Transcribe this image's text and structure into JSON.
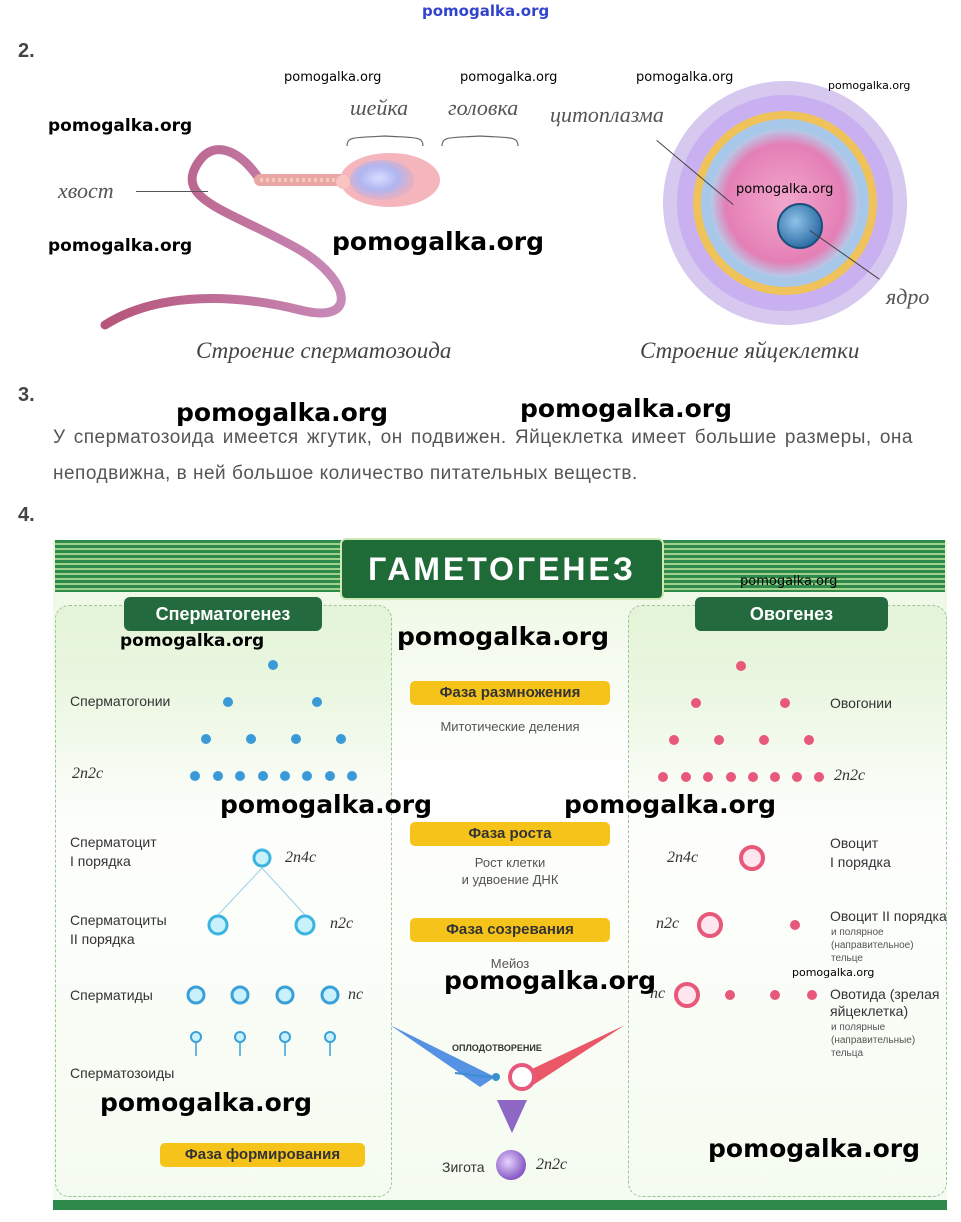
{
  "watermark": "pomogalka.org",
  "sections": {
    "n2": "2.",
    "n3": "3.",
    "n4": "4."
  },
  "sperm": {
    "tail_label": "хвост",
    "neck_label": "шейка",
    "head_label": "головка",
    "caption": "Строение сперматозоида"
  },
  "egg": {
    "cytoplasm_label": "цитоплазма",
    "nucleus_label": "ядро",
    "caption": "Строение яйцеклетки"
  },
  "answer3": "У сперматозоида имеется жгутик, он подвижен. Яйцеклетка имеет большие размеры, она неподвижна, в ней большое количество питательных веществ.",
  "gametogenesis": {
    "title": "ГАМЕТОГЕНЕЗ",
    "left_header": "Сперматогенез",
    "right_header": "Овогенез",
    "left_labels": {
      "spermatogonia": "Сперматогонии",
      "f_2n2c": "2n2c",
      "spermatocyte1_line1": "Сперматоцит",
      "spermatocyte1_line2": "I порядка",
      "f_2n4c": "2n4c",
      "spermatocyte2_line1": "Сперматоциты",
      "spermatocyte2_line2": "II порядка",
      "f_n2c": "n2c",
      "spermatids": "Сперматиды",
      "f_nc": "nc",
      "spermatozoa": "Сперматозоиды"
    },
    "phases": {
      "reproduction": "Фаза размножения",
      "reproduction_desc": "Митотические деления",
      "growth": "Фаза роста",
      "growth_desc1": "Рост клетки",
      "growth_desc2": "и удвоение ДНК",
      "maturation": "Фаза созревания",
      "maturation_desc": "Мейоз",
      "formation": "Фаза формирования"
    },
    "fertilization": "ОПЛОДОТВОРЕНИЕ",
    "zygote": "Зигота",
    "zygote_formula": "2n2c",
    "right_labels": {
      "oogonia": "Овогонии",
      "f_2n2c": "2n2c",
      "f_2n4c": "2n4c",
      "oocyte1_line1": "Овоцит",
      "oocyte1_line2": "I порядка",
      "f_n2c": "n2c",
      "oocyte2": "Овоцит II порядка",
      "oocyte2_sub1": "и полярное",
      "oocyte2_sub2": "(направительное)",
      "oocyte2_sub3": "тельце",
      "f_nc": "nc",
      "ootid_line1": "Овотида (зрелая",
      "ootid_line2": "яйцеклетка)",
      "ootid_sub1": "и полярные",
      "ootid_sub2": "(направительные)",
      "ootid_sub3": "тельца"
    }
  },
  "colors": {
    "green_dark": "#236b3e",
    "phase_yellow": "#f6c31a",
    "blue_cell": "#3a9ad8",
    "pink_cell": "#e8587a"
  }
}
